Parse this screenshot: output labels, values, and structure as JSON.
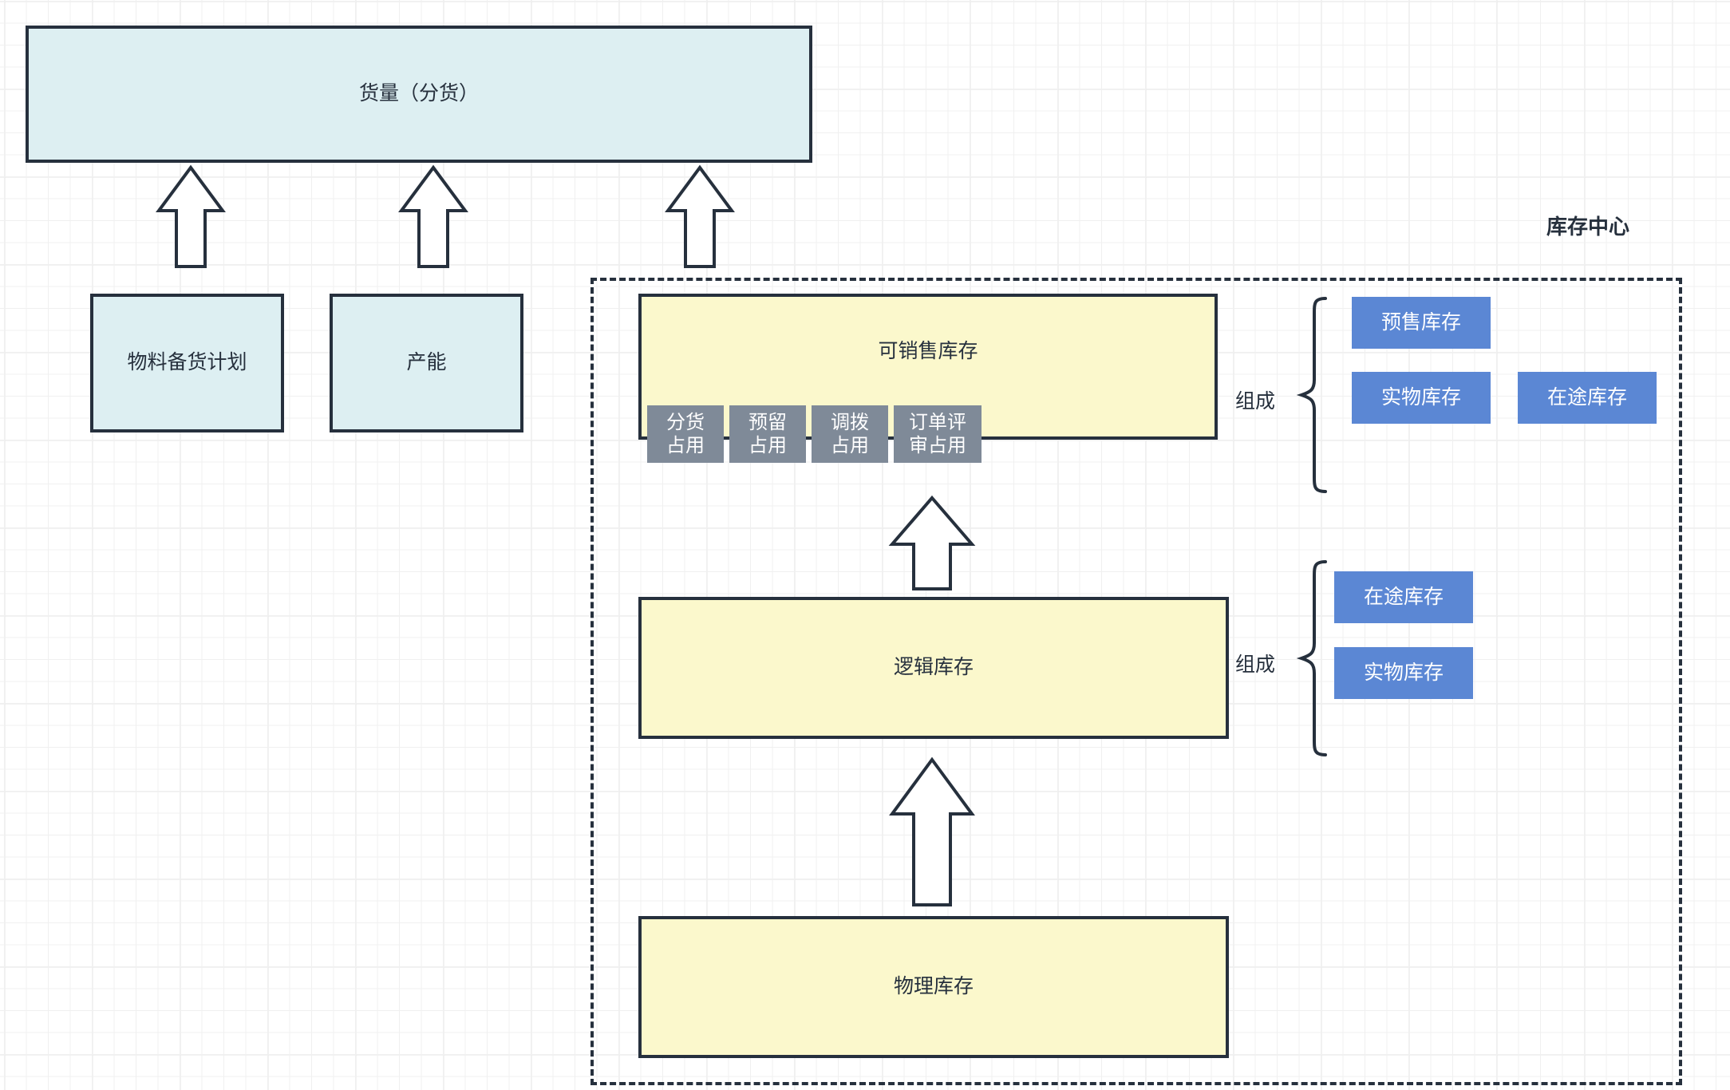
{
  "diagram": {
    "title_top_box": "货量（分货）",
    "region": {
      "title": "库存中心"
    },
    "left_inputs": [
      {
        "label": "物料备货计划"
      },
      {
        "label": "产能"
      }
    ],
    "inventory_levels": [
      {
        "label": "可销售库存"
      },
      {
        "label": "逻辑库存"
      },
      {
        "label": "物理库存"
      }
    ],
    "occupancy_chips": [
      {
        "label": "分货\n占用"
      },
      {
        "label": "预留\n占用"
      },
      {
        "label": "调拨\n占用"
      },
      {
        "label": "订单评\n审占用"
      }
    ],
    "composition_groups": [
      {
        "label": "组成",
        "items": [
          {
            "label": "预售库存"
          },
          {
            "label": "实物库存"
          },
          {
            "label": "在途库存"
          }
        ]
      },
      {
        "label": "组成",
        "items": [
          {
            "label": "在途库存"
          },
          {
            "label": "实物库存"
          }
        ]
      }
    ],
    "colors": {
      "cyan_fill": "#DDEFF2",
      "yellow_fill": "#FBF8CC",
      "gray_fill": "#7F8A98",
      "blue_fill": "#5B87D4",
      "stroke": "#26303D",
      "grid_line": "#ececec"
    }
  }
}
